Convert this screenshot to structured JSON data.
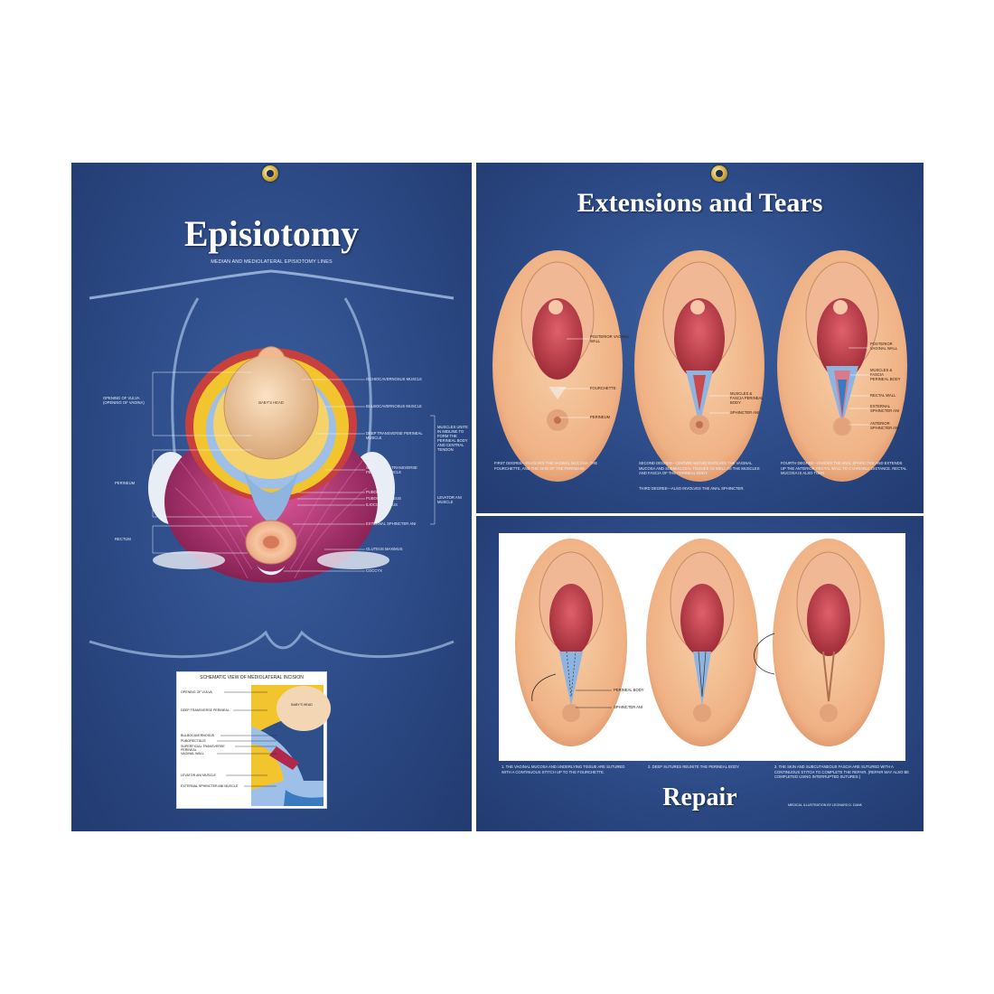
{
  "left": {
    "title": "Episiotomy",
    "subtitle": "MEDIAN AND MEDIOLATERAL EPISIOTOMY LINES",
    "labels_left": [
      "OPENING OF VULVA (OPENING OF VAGINA)",
      "PERINEUM",
      "RECTUM"
    ],
    "labels_right": [
      "ISCHIOCAVERNOSUS MUSCLE",
      "BULBOCAVERNOSUS MUSCLE",
      "DEEP TRANSVERSE PERINEAL MUSCLE",
      "SUPERFICIAL TRANSVERSE PERINEAL MUSCLE",
      "PUBORECTALIS",
      "PUBOCOCCYGEUS",
      "ILIOCOCCYGEUS",
      "EXTERNAL SPHINCTER ANI",
      "GLUTEUS MAXIMUS",
      "COCCYX"
    ],
    "bracket_note": "MUSCLES UNITE IN MIDLINE TO FORM THE PERINEAL BODY AND CENTRAL TENDON",
    "levator_note": "LEVATOR ANI MUSCLE",
    "head_label": "BABY'S HEAD",
    "inset": {
      "title": "SCHEMATIC VIEW OF MEDIOLATERAL INCISION",
      "labels": [
        "OPENING OF VULVA",
        "DEEP TRANSVERSE PERINEAL",
        "BULBOCAVERNOSUS",
        "PUBORECTALIS",
        "SUPERFICIAL TRANSVERSE PERINEAL",
        "VAGINAL WALL",
        "LEVATOR ANI MUSCLE",
        "EXTERNAL SPHINCTER ANI MUSCLE"
      ],
      "head_label": "BABY'S HEAD"
    }
  },
  "tears": {
    "title": "Extensions and Tears",
    "fig1_labels": [
      "POSTERIOR VAGINAL WALL",
      "FOURCHETTE",
      "PERINEUM"
    ],
    "fig2_labels": [
      "MUSCLES & FASCIA PERINEAL BODY",
      "SPHINCTER ANI"
    ],
    "fig3_labels": [
      "POSTERIOR VAGINAL WALL",
      "MUSCLES & FASCIA PERINEAL BODY",
      "RECTAL WALL",
      "EXTERNAL SPHINCTER ANI",
      "ANTERIOR SPHINCTER ANI"
    ],
    "captions": [
      "FIRST DEGREE—INVOLVES THE VAGINAL MUCOSA, THE FOURCHETTE, AND THE SKIN OF THE PERINEUM.",
      "SECOND DEGREE—(SHOWN ABOVE) INVOLVES THE VAGINAL MUCOSA AND SUBMUCOSAL TISSUES AS WELL AS THE MUSCLES AND FASCIA OF THE PERINEAL BODY.",
      "THIRD DEGREE—ALSO INVOLVES THE ANAL SPHINCTER.",
      "FOURTH DEGREE—DIVIDES THE ANAL SPHINCTER AND EXTENDS UP THE ANTERIOR RECTAL WALL TO A VARIABLE DISTANCE. RECTAL MUCOSA IS ALSO TORN."
    ]
  },
  "repair": {
    "title": "Repair",
    "fig_labels": [
      "PERINEAL BODY",
      "SPHINCTER ANI"
    ],
    "captions": [
      "1. THE VAGINAL MUCOSA AND UNDERLYING TISSUE ARE SUTURED WITH A CONTINUOUS STITCH UP TO THE FOURCHETTE.",
      "2. DEEP SUTURES REUNITE THE PERINEAL BODY.",
      "3. THE SKIN AND SUBCUTANEOUS FASCIA ARE SUTURED WITH A CONTINUOUS STITCH TO COMPLETE THE REPAIR. (REPAIR MAY ALSO BE COMPLETED USING INTERRUPTED SUTURES.)"
    ],
    "credit": "MEDICAL ILLUSTRATION BY LEONARD D. DANK"
  },
  "colors": {
    "panel_blue": "#2c4a86",
    "skin": "#f2b98f",
    "muscle_magenta": "#b3306e",
    "muscle_yellow": "#f2c52e",
    "fascia_blue": "#8fb4e0",
    "mucosa_red": "#c9414a"
  }
}
